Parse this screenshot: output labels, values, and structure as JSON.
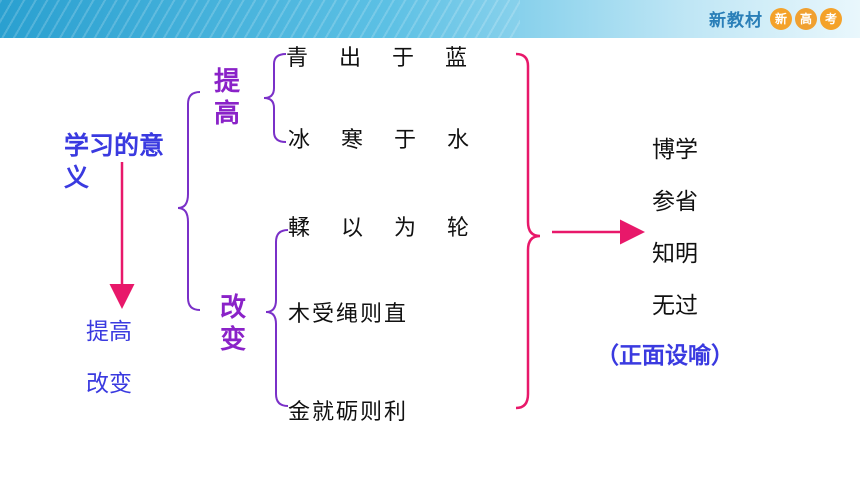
{
  "header": {
    "brand_text": "新教材",
    "circles": [
      "新",
      "高",
      "考"
    ],
    "circle_colors": [
      "#f4a22a",
      "#f4a22a",
      "#f4a22a"
    ]
  },
  "diagram": {
    "main_label": "学习的意义",
    "left_list": [
      "提高",
      "改变"
    ],
    "branch_top": "提高",
    "branch_bottom": "改变",
    "idioms_top": [
      "青 出 于 蓝",
      "冰 寒 于 水"
    ],
    "idioms_bottom": [
      "輮 以 为 轮",
      "木受绳则直",
      "金就砺则利"
    ],
    "summary": [
      "博学",
      "参省",
      "知明",
      "无过"
    ],
    "conclusion": "（正面设喻）"
  },
  "colors": {
    "arrow": "#e8186a",
    "brace": "#e8186a",
    "main_text": "#3a3ae0",
    "branch_text": "#8a22c8"
  }
}
